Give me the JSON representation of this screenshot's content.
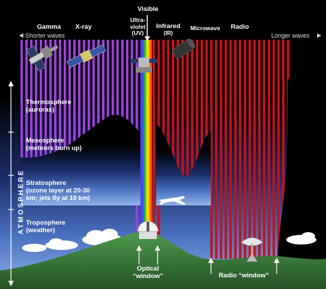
{
  "header": {
    "visible": "Visible",
    "shorter_waves": "Shorter waves",
    "longer_waves": "Longer waves"
  },
  "bands": [
    {
      "label": "Gamma"
    },
    {
      "label": "X-ray"
    },
    {
      "label": "Ultra-violet (UV)",
      "line1": "Ultra-",
      "line2": "violet",
      "line3": "(UV)"
    },
    {
      "label": "Infrared (IR)",
      "line1": "Infrared",
      "line2": "(IR)"
    },
    {
      "label": "Microwave"
    },
    {
      "label": "Radio"
    }
  ],
  "atmosphere": {
    "label": "ATMOSPHERE",
    "layers": [
      {
        "name": "Thermosphere",
        "detail": "(auroras)"
      },
      {
        "name": "Mesosphere",
        "detail": "(meteors burn up)"
      },
      {
        "name": "Stratosphere",
        "detail": "(ozone layer at 20-30",
        "detail2": "km; jets fly at 10 km)"
      },
      {
        "name": "Troposphere",
        "detail": "(weather)"
      }
    ]
  },
  "windows": {
    "optical_line1": "Optical",
    "optical_line2": "“window”",
    "radio": "Radio “window”"
  },
  "colors": {
    "short_wave": "#a040e0",
    "long_wave": "#cc1010",
    "sky_top": "#000000",
    "sky_bottom": "#6699dd",
    "ground": "#3a7a3a"
  }
}
